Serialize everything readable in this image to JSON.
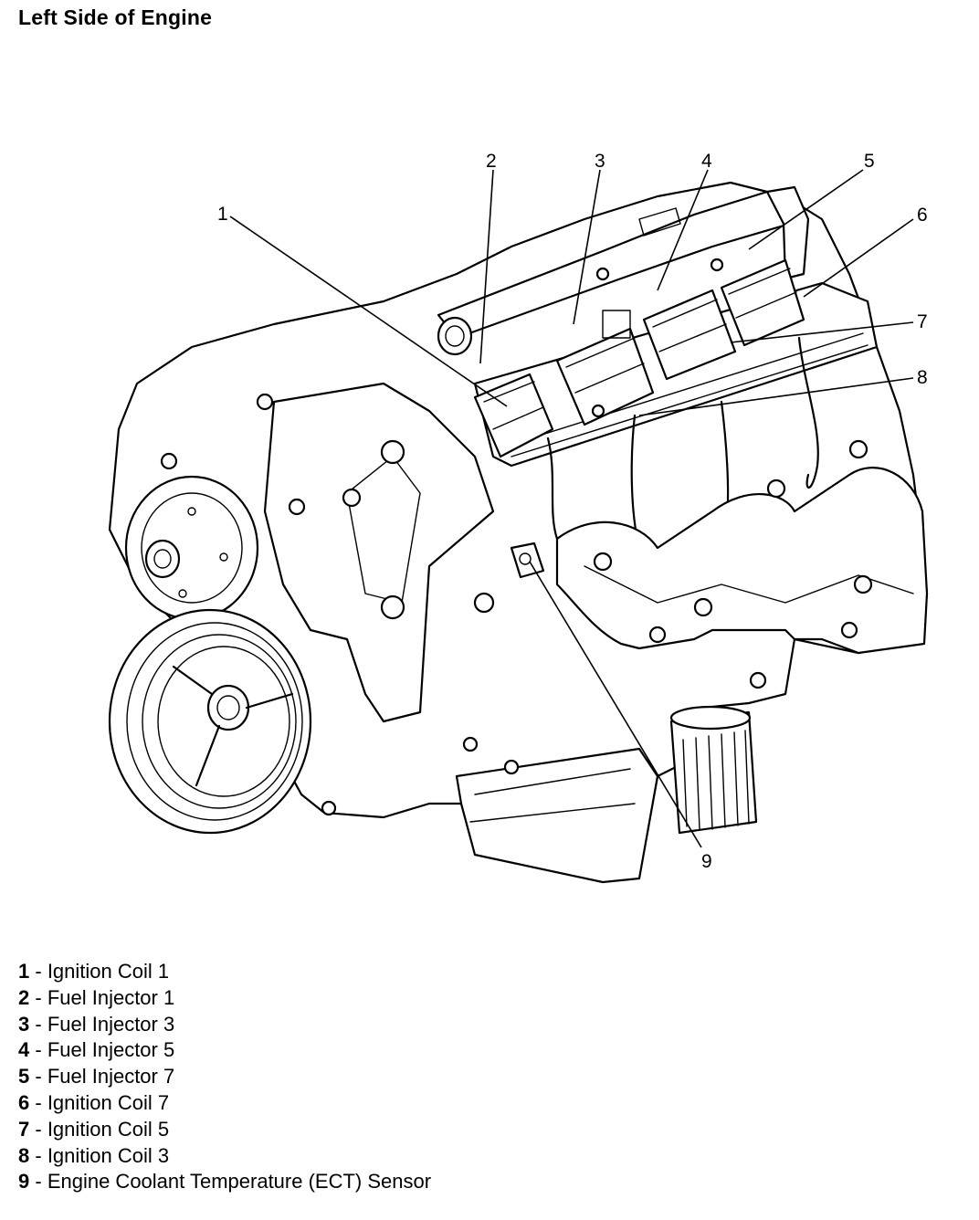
{
  "title": "Left Side of Engine",
  "callouts": [
    {
      "num": "1"
    },
    {
      "num": "2"
    },
    {
      "num": "3"
    },
    {
      "num": "4"
    },
    {
      "num": "5"
    },
    {
      "num": "6"
    },
    {
      "num": "7"
    },
    {
      "num": "8"
    },
    {
      "num": "9"
    }
  ],
  "legend": [
    {
      "num": "1",
      "sep": " - ",
      "label": "Ignition Coil 1"
    },
    {
      "num": "2",
      "sep": " - ",
      "label": "Fuel Injector 1"
    },
    {
      "num": "3",
      "sep": " - ",
      "label": "Fuel Injector 3"
    },
    {
      "num": "4",
      "sep": " - ",
      "label": "Fuel Injector 5"
    },
    {
      "num": "5",
      "sep": " - ",
      "label": "Fuel Injector 7"
    },
    {
      "num": "6",
      "sep": " - ",
      "label": "Ignition Coil 7"
    },
    {
      "num": "7",
      "sep": " - ",
      "label": "Ignition Coil 5"
    },
    {
      "num": "8",
      "sep": " - ",
      "label": "Ignition Coil 3"
    },
    {
      "num": "9",
      "sep": " - ",
      "label": "Engine Coolant Temperature (ECT) Sensor"
    }
  ]
}
